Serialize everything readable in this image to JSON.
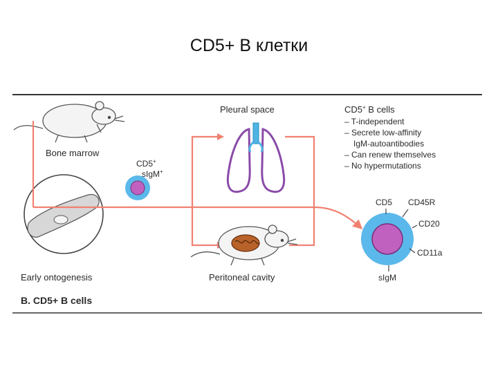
{
  "slide": {
    "title": "CD5+ В клетки"
  },
  "figure": {
    "caption": "B. CD5+ B cells",
    "labels": {
      "bone_marrow": "Bone marrow",
      "early_ontogenesis": "Early ontogenesis",
      "pleural_space": "Pleural space",
      "peritoneal_cavity": "Peritoneal cavity"
    },
    "small_cell": {
      "marker_1": "CD5",
      "marker_1_sup": "+",
      "marker_2": "sIgM",
      "marker_2_sup": "+"
    },
    "info_box": {
      "heading": "CD5",
      "heading_sup": "+",
      "heading_rest": " B cells",
      "items": [
        "– T-independent",
        "– Secrete low-affinity",
        "IgM-autoantibodies",
        "– Can renew themselves",
        "– No hypermutations"
      ]
    },
    "big_cell_markers": {
      "cd5": "CD5",
      "cd45r": "CD45R",
      "cd20": "CD20",
      "cd11a": "CD11a",
      "sigm": "sIgM"
    },
    "colors": {
      "arrow": "#f08070",
      "cell_outer": "#5bb8ea",
      "cell_inner": "#c061c0",
      "lung": "#8a4aa8",
      "trachea": "#4fb3e3",
      "rule": "#333333"
    }
  }
}
